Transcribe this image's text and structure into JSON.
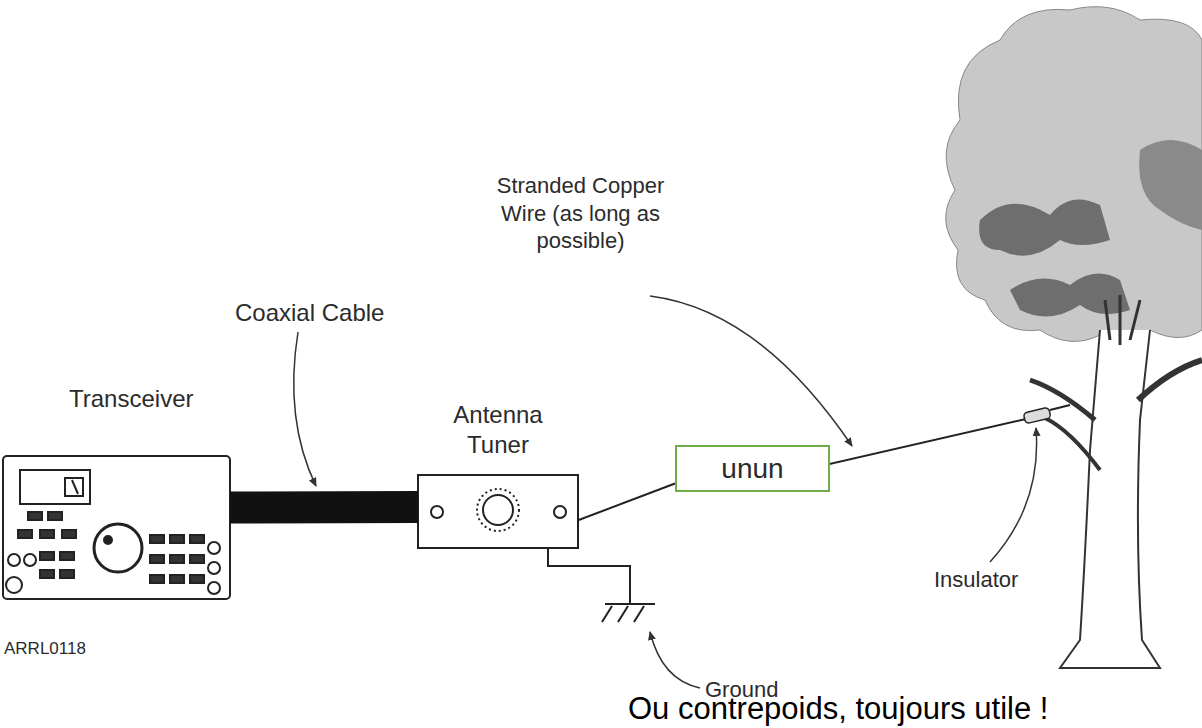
{
  "diagram": {
    "nodes": [
      {
        "text": [
          "Transceiver"
        ]
      },
      {
        "text": [
          "Antenna Tuner"
        ]
      },
      {
        "text": [
          "unun"
        ]
      }
    ],
    "edges": [
      {
        "from": 0,
        "to": 1,
        "arrow": "none"
      },
      {
        "from": 1,
        "to": 2,
        "arrow": "none"
      }
    ],
    "labels": [
      "Coaxial Cable",
      "Stranded Copper Wire (as long as possible)",
      "Insulator",
      "Ground",
      "ARRL0118",
      "Ou contrepoids, toujours utile !"
    ]
  }
}
